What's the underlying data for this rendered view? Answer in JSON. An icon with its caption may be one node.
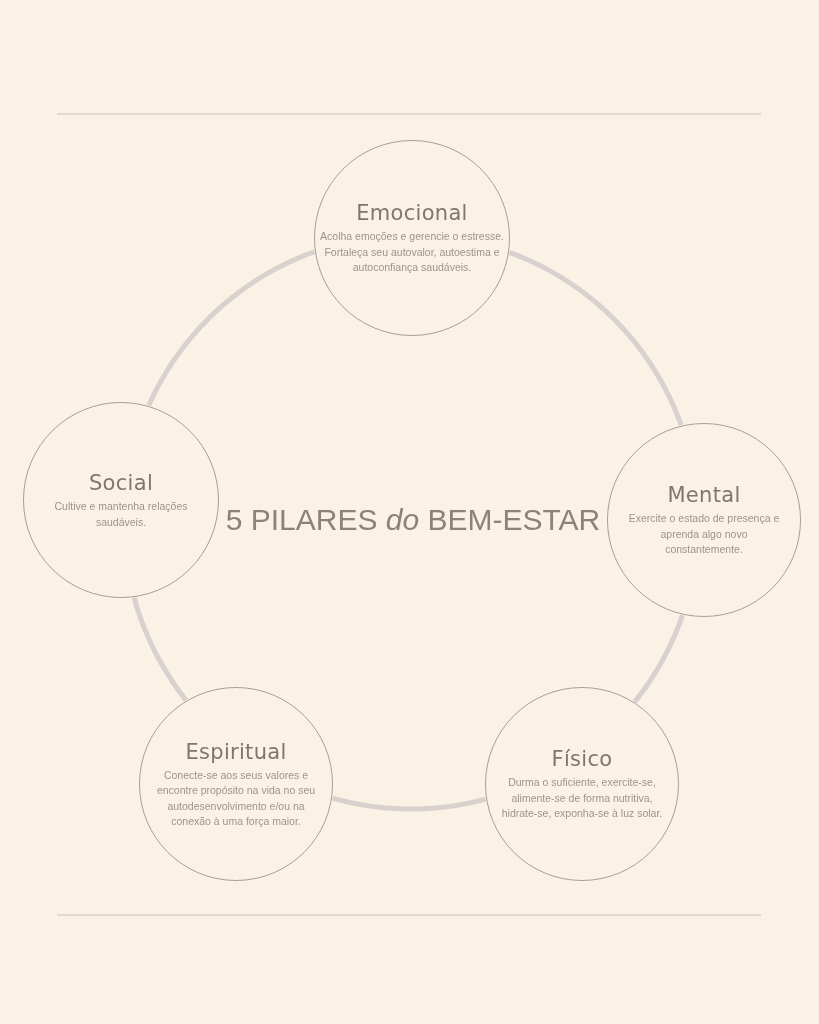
{
  "diagram": {
    "title": "5 PILARES *do* BEM-ESTAR",
    "nodes": [
      {
        "text": [
          "Emocional",
          "Acolha emoções e gerencie o estresse. Fortaleça seu autovalor, autoestima e autoconfiança saudáveis."
        ]
      },
      {
        "text": [
          "Mental",
          "Exercite o estado de presença e aprenda algo novo constantemente."
        ]
      },
      {
        "text": [
          "Físico",
          "Durma o suficiente, exercite-se, alimente-se de forma nutritiva, hidrate-se, exponha-se à luz solar."
        ]
      },
      {
        "text": [
          "Espiritual",
          "Conecte-se aos seus valores e encontre propósito na vida no seu autodesenvolvimento e/ou na conexão à uma força maior."
        ]
      },
      {
        "text": [
          "Social",
          "Cultive e mantenha relações saudáveis."
        ]
      }
    ],
    "edges": [
      {
        "from": 0,
        "to": 1,
        "arrow": "none"
      },
      {
        "from": 1,
        "to": 2,
        "arrow": "none"
      },
      {
        "from": 2,
        "to": 3,
        "arrow": "none"
      },
      {
        "from": 3,
        "to": 4,
        "arrow": "none"
      },
      {
        "from": 4,
        "to": 0,
        "arrow": "none"
      }
    ]
  }
}
